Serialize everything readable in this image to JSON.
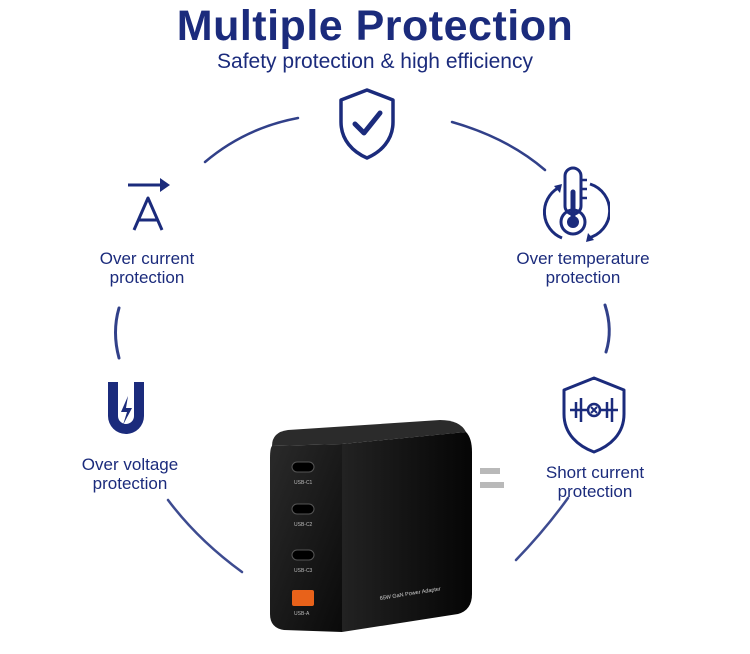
{
  "header": {
    "title": "Multiple Protection",
    "subtitle": "Safety protection & high efficiency"
  },
  "features": {
    "over_current": {
      "line1": "Over current",
      "line2": "protection",
      "icon": "ammeter-arrow-icon"
    },
    "over_temperature": {
      "line1": "Over temperature",
      "line2": "protection",
      "icon": "thermometer-cycle-icon"
    },
    "over_voltage": {
      "line1": "Over voltage",
      "line2": "protection",
      "icon": "magnet-bolt-icon"
    },
    "short_current": {
      "line1": "Short current",
      "line2": "protection",
      "icon": "shield-circuit-icon"
    },
    "safety": {
      "icon": "shield-check-icon"
    }
  },
  "product": {
    "ports": [
      "USB-C1",
      "USB-C2",
      "USB-C3",
      "USB-A"
    ],
    "label": "65W GaN Power Adapter"
  },
  "colors": {
    "brand": "#1b2b7c",
    "accent_usb_a": "#e8621a",
    "body": "#111111"
  }
}
